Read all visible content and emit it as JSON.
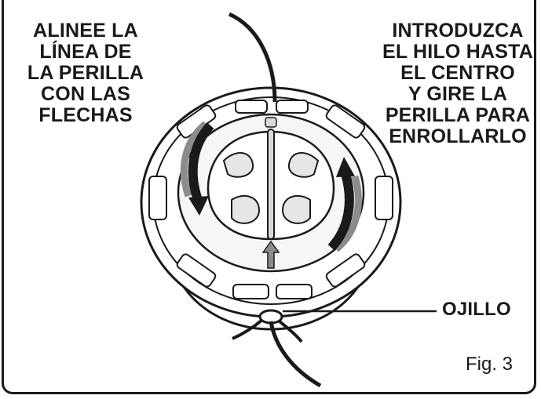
{
  "labels": {
    "left": [
      "ALINEE LA",
      "LÍNEA DE",
      "LA PERILLA",
      "CON LAS",
      "FLECHAS"
    ],
    "right": [
      "INTRODUZCA",
      "EL HILO HASTA",
      "EL CENTRO",
      "Y GIRE LA",
      "PERILLA PARA",
      "ENROLLARLO"
    ],
    "eyelet": "OJILLO",
    "figure": "Fig. 3"
  },
  "colors": {
    "ink": "#1a1a1a",
    "arrow_gray": "#8c8c8c",
    "shade": "#d9d9d9"
  },
  "icons": {
    "rotation_arrows": "curved-arrow-icon",
    "alignment_arrow": "up-arrow-icon"
  }
}
